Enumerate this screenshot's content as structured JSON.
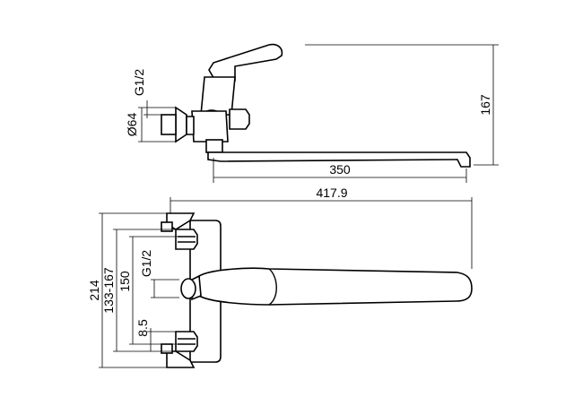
{
  "dimensions": {
    "height_167": "167",
    "thread_top": "G1/2",
    "diameter_64": "Ø64",
    "length_350": "350",
    "length_417_9": "417.9",
    "height_214": "214",
    "range_133_167": "133-167",
    "spacing_150": "150",
    "thread_front": "G1/2",
    "offset_8_5": "8.5"
  }
}
